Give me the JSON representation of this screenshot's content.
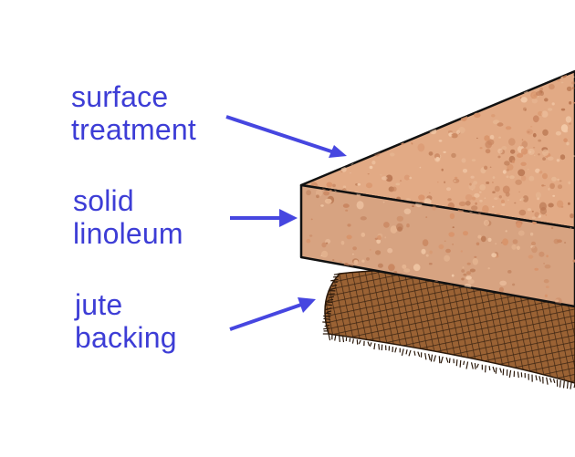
{
  "labels": {
    "surface": {
      "line1": "surface",
      "line2": "treatment"
    },
    "linoleum": {
      "line1": "solid",
      "line2": "linoleum"
    },
    "jute": {
      "line1": "jute",
      "line2": "backing"
    }
  },
  "colors": {
    "label_text": "#3d3dd6",
    "arrow": "#4646e0",
    "linoleum_top": "#e2aa85",
    "linoleum_front": "#d7a381",
    "speckle": "#c98660",
    "jute_fill": "#9a6234",
    "jute_mesh": "#3b2412",
    "outline": "#111111"
  }
}
